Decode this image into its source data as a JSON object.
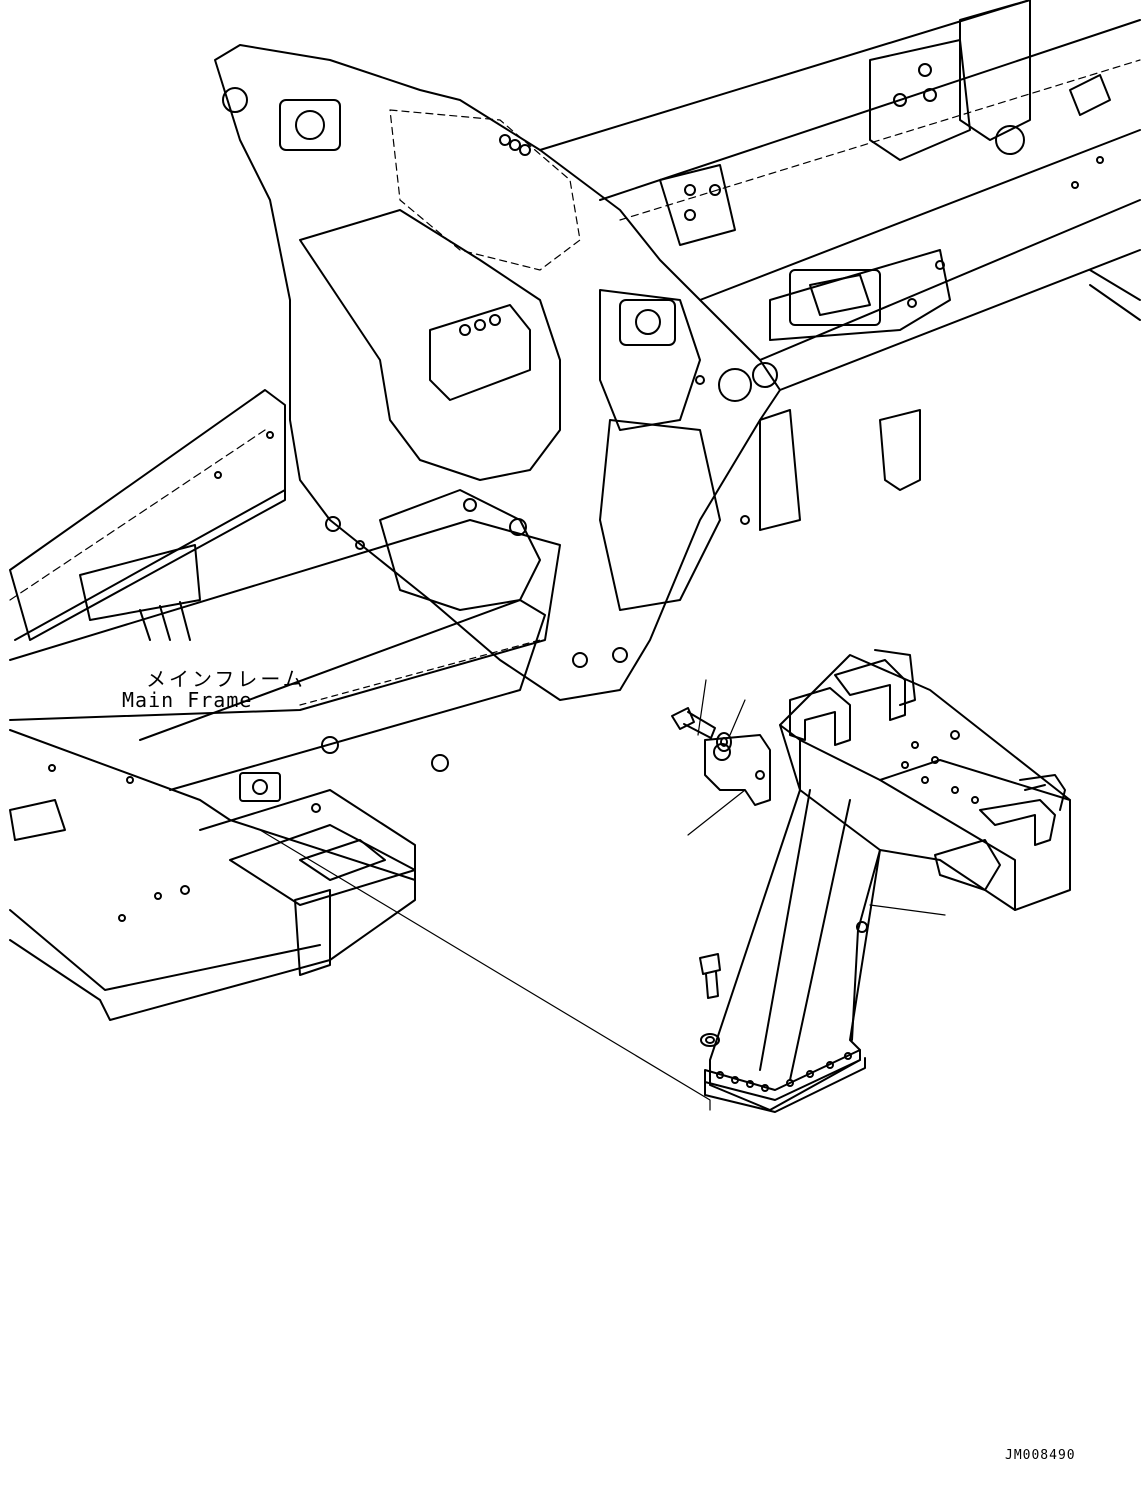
{
  "labels": {
    "main_frame_jp": "メインフレーム",
    "main_frame_en": "Main Frame"
  },
  "drawing_code": "JM008490",
  "colors": {
    "line": "#000000",
    "background": "#ffffff"
  }
}
